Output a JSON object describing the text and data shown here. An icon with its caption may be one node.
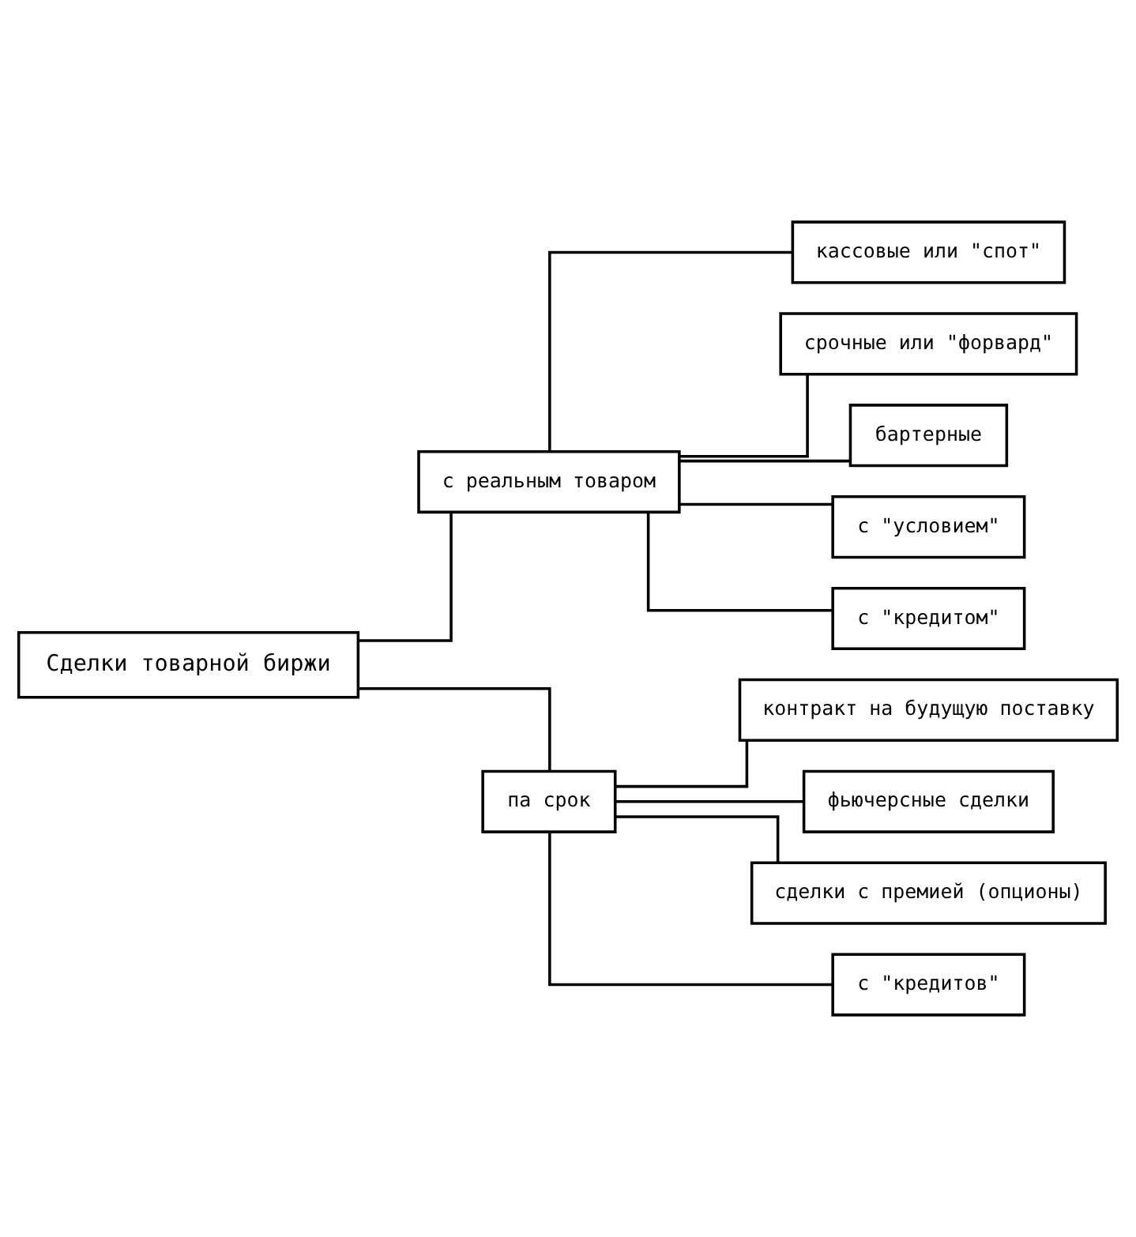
{
  "diagram": {
    "nodes": [
      {
        "text": [
          "Сделки товарной биржи"
        ]
      },
      {
        "text": [
          "с реальным товаром"
        ]
      },
      {
        "text": [
          "па срок"
        ]
      },
      {
        "text": [
          "кассовые или \"спот\""
        ]
      },
      {
        "text": [
          "срочные или \"форвард\""
        ]
      },
      {
        "text": [
          "бартерные"
        ]
      },
      {
        "text": [
          "с \"условием\""
        ]
      },
      {
        "text": [
          "с \"кредитом\""
        ]
      },
      {
        "text": [
          "контракт на будущую поставку"
        ]
      },
      {
        "text": [
          "фьючерсные сделки"
        ]
      },
      {
        "text": [
          "сделки с премией (опционы)"
        ]
      },
      {
        "text": [
          "с \"кредитов\""
        ]
      }
    ],
    "edges": [
      {
        "from": 0,
        "to": 1,
        "arrow": "none"
      },
      {
        "from": 0,
        "to": 2,
        "arrow": "none"
      },
      {
        "from": 1,
        "to": 3,
        "arrow": "none"
      },
      {
        "from": 1,
        "to": 4,
        "arrow": "none"
      },
      {
        "from": 1,
        "to": 5,
        "arrow": "none"
      },
      {
        "from": 1,
        "to": 6,
        "arrow": "none"
      },
      {
        "from": 1,
        "to": 7,
        "arrow": "none"
      },
      {
        "from": 2,
        "to": 8,
        "arrow": "none"
      },
      {
        "from": 2,
        "to": 9,
        "arrow": "none"
      },
      {
        "from": 2,
        "to": 10,
        "arrow": "none"
      },
      {
        "from": 2,
        "to": 11,
        "arrow": "none"
      }
    ]
  }
}
